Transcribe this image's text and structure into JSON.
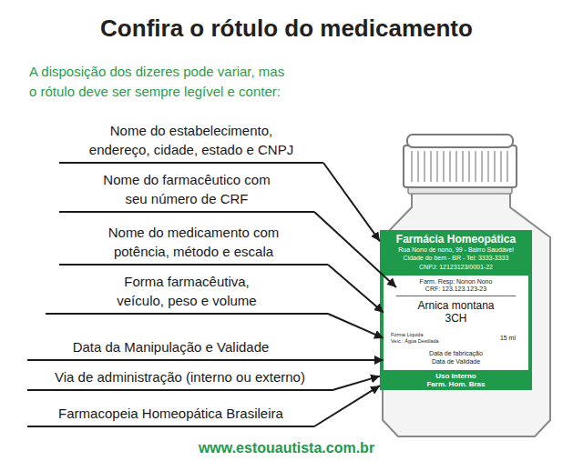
{
  "diagram": {
    "title": "Confira o rótulo do medicamento",
    "nodes": [
      {
        "text": [
          "Nome do estabelecimento, endereço, cidade, estado e CNPJ"
        ]
      },
      {
        "text": [
          "Nome do farmacêutico com seu número de CRF"
        ]
      },
      {
        "text": [
          "Nome do medicamento com potência, método e escala"
        ]
      },
      {
        "text": [
          "Forma farmacêutiva, veículo, peso e volume"
        ]
      },
      {
        "text": [
          "Data da Manipulação e Validade"
        ]
      },
      {
        "text": [
          "Via de administração (interno ou externo)"
        ]
      },
      {
        "text": [
          "Farmacopeia Homeopática Brasileira"
        ]
      },
      {
        "text": [
          "Farmácia Homeopática",
          "Rua Nono de nono, 99 - Bairro Saudável",
          "Cidade do bem - BR - Tel: 3333-3333",
          "CNPJ: 12123123/0001-22"
        ]
      },
      {
        "text": [
          "Farm. Resp: Nonon Nono",
          "CRF: 123.123.123-23"
        ],
        "in": 7
      },
      {
        "text": [
          "Arnica montana",
          "3CH"
        ],
        "in": 7
      },
      {
        "text": [
          "Forma Líquida",
          "Veíc.: Água Destilada",
          "15 ml"
        ],
        "in": 7
      },
      {
        "text": [
          "Data de fabricação",
          "Data de Validade"
        ],
        "in": 7
      },
      {
        "text": [
          "Uso Interno",
          "Farm. Hom. Bras"
        ],
        "in": 7
      }
    ],
    "edges": [
      {
        "from": 0,
        "to": 7,
        "arrow": "to"
      },
      {
        "from": 1,
        "to": 8,
        "arrow": "to"
      },
      {
        "from": 2,
        "to": 9,
        "arrow": "to"
      },
      {
        "from": 3,
        "to": 10,
        "arrow": "to"
      },
      {
        "from": 4,
        "to": 11,
        "arrow": "to"
      },
      {
        "from": 5,
        "to": 12,
        "arrow": "to"
      },
      {
        "from": 6,
        "to": 12,
        "arrow": "to"
      }
    ],
    "labels": [
      "A disposição dos dizeres pode variar, mas o rótulo deve ser sempre legível e conter:",
      "www.estouautista.com.br"
    ]
  }
}
